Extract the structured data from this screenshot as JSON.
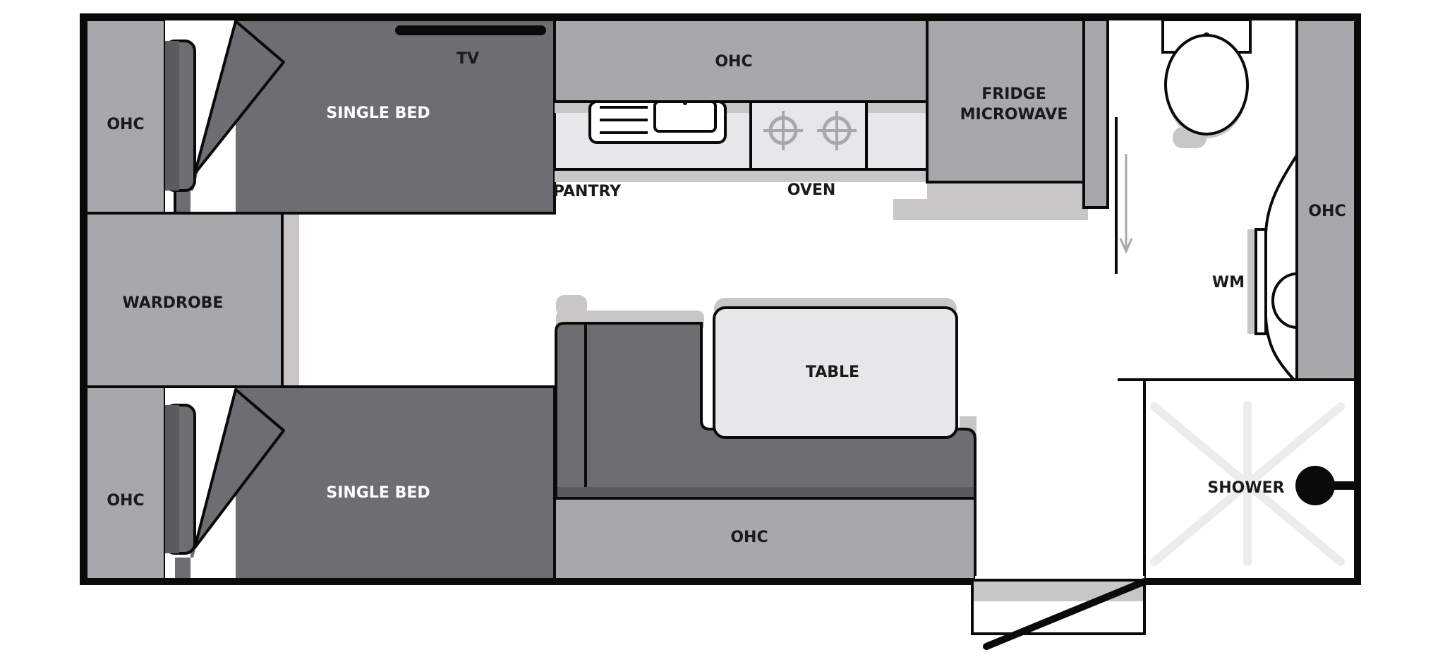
{
  "colors": {
    "outline": "#0a0a0a",
    "cabinet": "#a7a8ab",
    "bed": "#6d6e71",
    "shadow": "#c8c6c6",
    "benchtop": "#e6e7e8",
    "table": "#e6e7e8",
    "shower_tray": "#ececec",
    "appliance_line": "#a7a8ab"
  },
  "labels": {
    "ohc_top_left": "OHC",
    "single_bed_top": "SINGLE BED",
    "tv": "TV",
    "ohc_kitchen": "OHC",
    "fridge_microwave_line1": "FRIDGE",
    "fridge_microwave_line2": "MICROWAVE",
    "pantry": "PANTRY",
    "oven": "OVEN",
    "ohc_right": "OHC",
    "wm": "WM",
    "wardrobe": "WARDROBE",
    "table": "TABLE",
    "ohc_bottom_left": "OHC",
    "single_bed_bottom": "SINGLE BED",
    "ohc_bottom": "OHC",
    "shower": "SHOWER"
  }
}
